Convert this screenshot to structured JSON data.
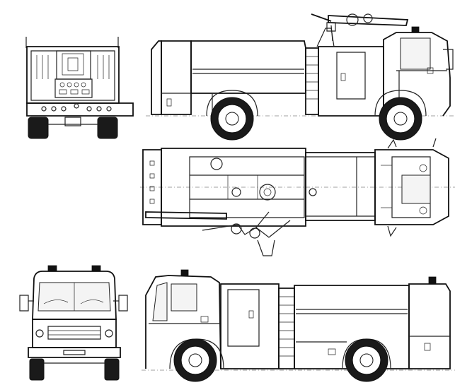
{
  "drawing": {
    "subject": "",
    "views": [
      {
        "key": "rear",
        "label": ""
      },
      {
        "key": "side_right",
        "label": ""
      },
      {
        "key": "top",
        "label": ""
      },
      {
        "key": "front",
        "label": ""
      },
      {
        "key": "side_left",
        "label": ""
      }
    ],
    "colors": {
      "line": "#222222",
      "background": "#ffffff"
    }
  }
}
